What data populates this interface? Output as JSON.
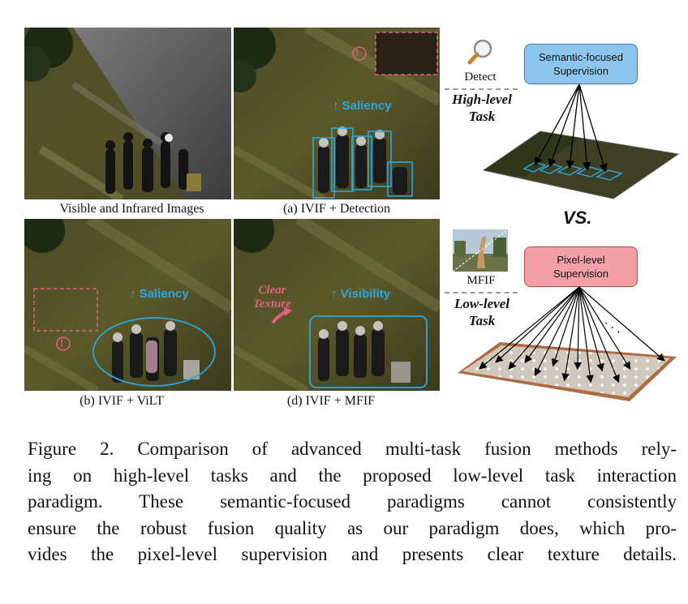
{
  "panels": {
    "top_left_caption": "Visible and Infrared Images",
    "a_caption": "(a) IVIF + Detection",
    "b_caption": "(b) IVIF + ViLT",
    "d_caption": "(d) IVIF + MFIF",
    "a_annotation": "Saliency",
    "b_annotation": "Saliency",
    "d_annotation": "Visibility",
    "d_clear_texture": [
      "Clear",
      "Texture"
    ],
    "alert_mark": "!"
  },
  "diagram": {
    "detect_label": "Detect",
    "high_level_task": [
      "High-level",
      "Task"
    ],
    "semantic_box": [
      "Semantic-focused",
      "Supervision"
    ],
    "vs_label": "VS.",
    "mfif_label": "MFIF",
    "low_level_task": [
      "Low-level",
      "Task"
    ],
    "pixel_box": [
      "Pixel-level",
      "Supervision"
    ],
    "ellipsis": "· · ·",
    "semantic_color": "#8ec5ee",
    "pixel_color": "#f2a0a6"
  },
  "caption": {
    "lines": [
      "Figure 2. Comparison of advanced multi-task fusion methods rely-",
      "ing on high-level tasks and the proposed low-level task interaction",
      "paradigm. These semantic-focused paradigms cannot consistently",
      "ensure the robust fusion quality as our paradigm does, which pro-",
      "vides the pixel-level supervision and presents clear texture details."
    ]
  }
}
